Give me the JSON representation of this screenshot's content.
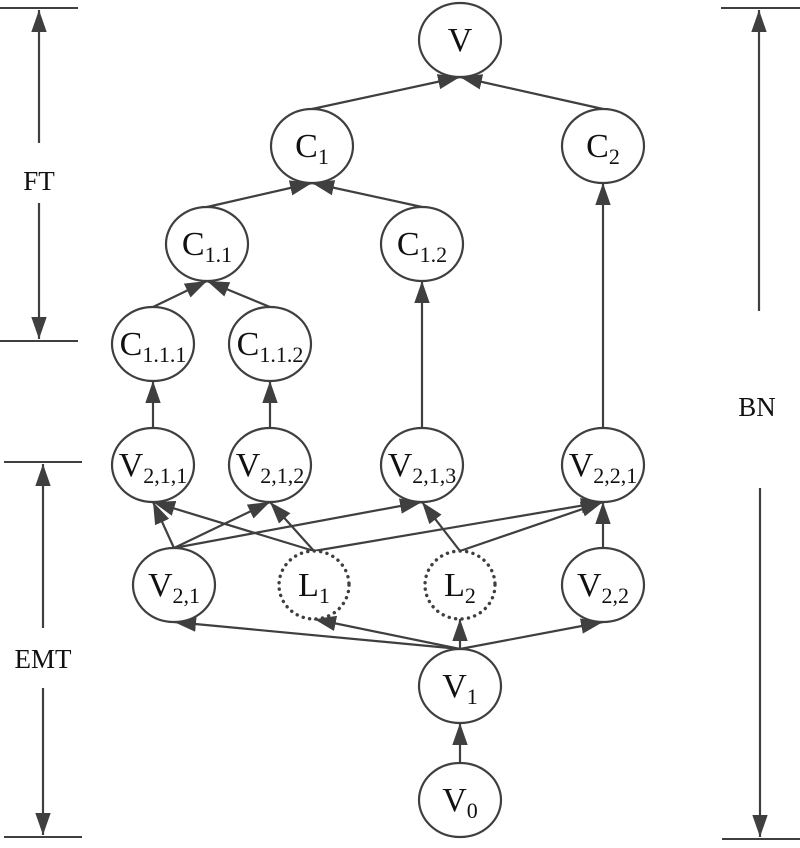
{
  "diagram": {
    "nodes": [
      {
        "id": "V",
        "main": "V",
        "sub": "",
        "style": "solid"
      },
      {
        "id": "C1",
        "main": "C",
        "sub": "1",
        "style": "solid"
      },
      {
        "id": "C2",
        "main": "C",
        "sub": "2",
        "style": "solid"
      },
      {
        "id": "C1.1",
        "main": "C",
        "sub": "1.1",
        "style": "solid"
      },
      {
        "id": "C1.2",
        "main": "C",
        "sub": "1.2",
        "style": "solid"
      },
      {
        "id": "C1.1.1",
        "main": "C",
        "sub": "1.1.1",
        "style": "solid"
      },
      {
        "id": "C1.1.2",
        "main": "C",
        "sub": "1.1.2",
        "style": "solid"
      },
      {
        "id": "V2,1,1",
        "main": "V",
        "sub": "2,1,1",
        "style": "solid"
      },
      {
        "id": "V2,1,2",
        "main": "V",
        "sub": "2,1,2",
        "style": "solid"
      },
      {
        "id": "V2,1,3",
        "main": "V",
        "sub": "2,1,3",
        "style": "solid"
      },
      {
        "id": "V2,2,1",
        "main": "V",
        "sub": "2,2,1",
        "style": "solid"
      },
      {
        "id": "V2,1",
        "main": "V",
        "sub": "2,1",
        "style": "solid"
      },
      {
        "id": "L1",
        "main": "L",
        "sub": "1",
        "style": "dotted"
      },
      {
        "id": "L2",
        "main": "L",
        "sub": "2",
        "style": "dotted"
      },
      {
        "id": "V2,2",
        "main": "V",
        "sub": "2,2",
        "style": "solid"
      },
      {
        "id": "V1",
        "main": "V",
        "sub": "1",
        "style": "solid"
      },
      {
        "id": "V0",
        "main": "V",
        "sub": "0",
        "style": "solid"
      }
    ],
    "edges": [
      {
        "from": "C1",
        "to": "V"
      },
      {
        "from": "C2",
        "to": "V"
      },
      {
        "from": "C1.1",
        "to": "C1"
      },
      {
        "from": "C1.2",
        "to": "C1"
      },
      {
        "from": "C1.1.1",
        "to": "C1.1"
      },
      {
        "from": "C1.1.2",
        "to": "C1.1"
      },
      {
        "from": "V2,1,1",
        "to": "C1.1.1"
      },
      {
        "from": "V2,1,2",
        "to": "C1.1.2"
      },
      {
        "from": "V2,1,3",
        "to": "C1.2"
      },
      {
        "from": "V2,2,1",
        "to": "C2"
      },
      {
        "from": "V2,1",
        "to": "V2,1,1"
      },
      {
        "from": "V2,1",
        "to": "V2,1,2"
      },
      {
        "from": "V2,1",
        "to": "V2,1,3"
      },
      {
        "from": "L1",
        "to": "V2,1,1"
      },
      {
        "from": "L1",
        "to": "V2,1,2"
      },
      {
        "from": "L1",
        "to": "V2,2,1"
      },
      {
        "from": "L2",
        "to": "V2,1,3"
      },
      {
        "from": "L2",
        "to": "V2,2,1"
      },
      {
        "from": "V2,2",
        "to": "V2,2,1"
      },
      {
        "from": "V1",
        "to": "V2,1"
      },
      {
        "from": "V1",
        "to": "L1"
      },
      {
        "from": "V1",
        "to": "L2"
      },
      {
        "from": "V1",
        "to": "V2,2"
      },
      {
        "from": "V0",
        "to": "V1"
      }
    ],
    "ranges": [
      {
        "id": "FT",
        "label": "FT",
        "side": "left",
        "from_node_level": "V-top",
        "to_node_level": "C1.1.1"
      },
      {
        "id": "EMT",
        "label": "EMT",
        "side": "left",
        "from_node_level": "V2,1,1",
        "to_node_level": "V0"
      },
      {
        "id": "BN",
        "label": "BN",
        "side": "right",
        "from_node_level": "V-top",
        "to_node_level": "V0"
      }
    ]
  }
}
